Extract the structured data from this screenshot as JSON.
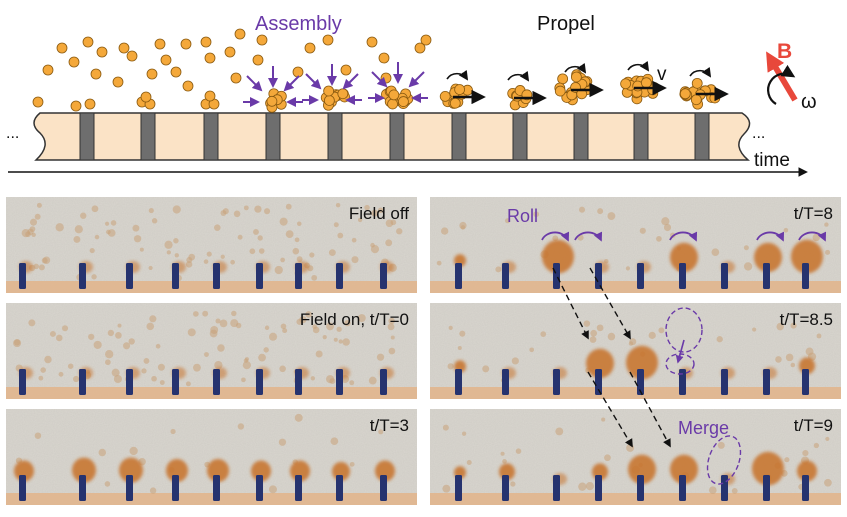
{
  "schematic": {
    "assembly_label": "Assembly",
    "propel_label": "Propel",
    "velocity_label": "v",
    "field_label": "B",
    "omega_label": "ω",
    "time_label": "time",
    "ellipsis": "...",
    "colors": {
      "particle": "#f4a83a",
      "particle_edge": "#8a5a10",
      "channel_fill": "#fbe3c6",
      "channel_stroke": "#333333",
      "post": "#6e6e6e",
      "assembly_arrow": "#6a3aa8",
      "field_arrow": "#e8483b",
      "ink": "#111111"
    }
  },
  "panels": {
    "left": [
      "Field off",
      "Field on, t/T=0",
      "t/T=3"
    ],
    "right": [
      "t/T=8",
      "t/T=8.5",
      "t/T=9"
    ],
    "roll_label": "Roll",
    "merge_label": "Merge",
    "colors": {
      "background": "#d9d6cf",
      "floor": "#e2b48a",
      "post": "#26336f",
      "cluster": "#c8742e",
      "annotation": "#6a3aa8"
    }
  }
}
